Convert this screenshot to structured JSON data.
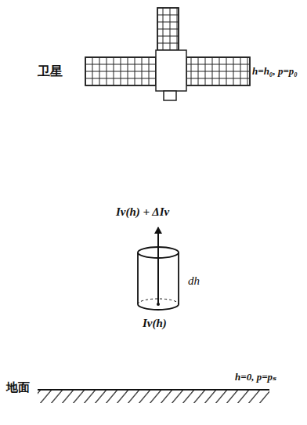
{
  "diagram": {
    "labels": [
      "卫星",
      "h=h₀, p=p₀",
      "Iν(h) + ΔIν",
      "dh",
      "Iν(h)",
      "地面",
      "h=0, p=pₛ"
    ]
  }
}
